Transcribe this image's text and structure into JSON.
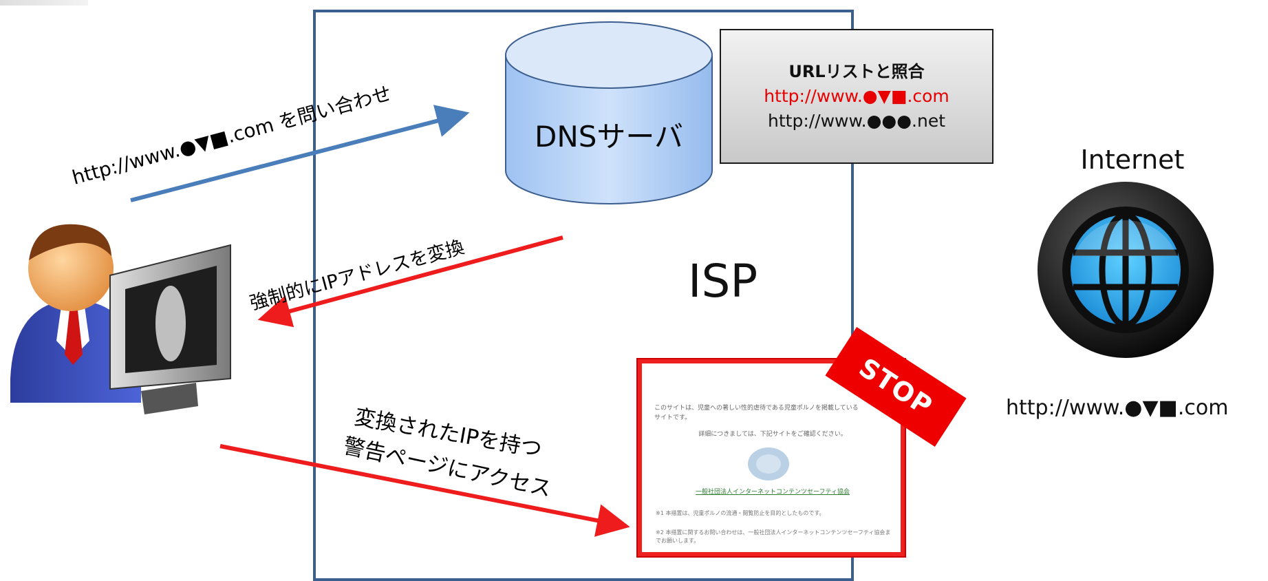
{
  "diagram": {
    "query_text": "http://www.●▼■.com  を問い合わせ",
    "dns_label": "DNSサーバ",
    "isp_label": "ISP",
    "url_list": {
      "title": "URLリストと照合",
      "blocked_url": "http://www.●▼■.com",
      "other_url": "http://www.●●●.net"
    },
    "forced_ip_text": "強制的にIPアドレスを変換",
    "access_text_line1": "変換されたIPを持つ",
    "access_text_line2": "警告ページにアクセス",
    "stop_label": "STOP",
    "internet_label": "Internet",
    "internet_url": "http://www.●▼■.com",
    "warning_page": {
      "intro": "このサイトは、児童への著しい性的虐待である児童ポルノを掲載しているサイトです。",
      "more": "詳細につきましては、下記サイトをご確認ください。",
      "org_link": "一般社団法人インターネットコンテンツセーフティ協会",
      "note1": "※1 本措置は、児童ポルノの流通・閲覧防止を目的としたものです。",
      "note2": "※2 本措置に関するお問い合わせは、一般社団法人インターネットコンテンツセーフティ協会までお願いします。"
    },
    "colors": {
      "isp_border": "#3b5f8f",
      "blue_arrow": "#4a7ebb",
      "red_arrow": "#ee1c1c",
      "highlight": "#e80000"
    }
  }
}
